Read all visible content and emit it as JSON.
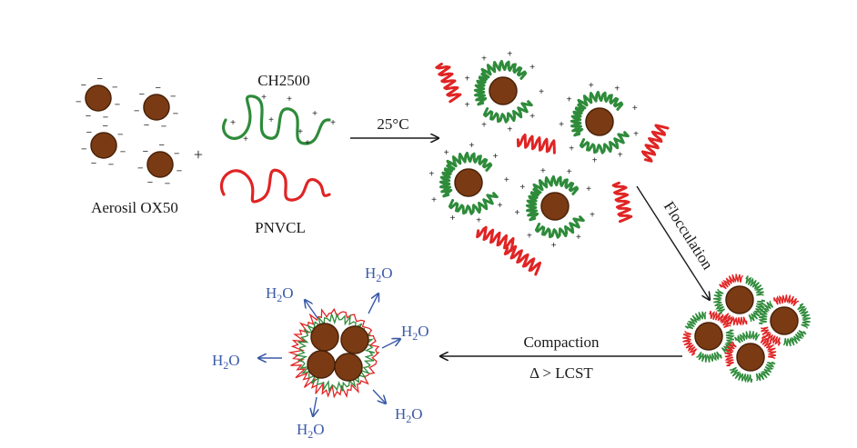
{
  "labels": {
    "silica": "Aerosil OX50",
    "polymer_cationic": "CH2500",
    "polymer_thermo": "PNVCL",
    "plus_sign": "+",
    "temperature": "25°C",
    "flocculation": "Flocculation",
    "compaction": "Compaction",
    "condition": "Δ > LCST",
    "water_main": "H",
    "water_sub": "2",
    "water_end": "O"
  },
  "charges": {
    "negative": "−",
    "positive": "+"
  },
  "colors": {
    "particle": "#7a3b14",
    "particle_edge": "#4a2208",
    "cationic_polymer": "#2e8b3a",
    "thermo_polymer": "#e02424",
    "water_text": "#3a5aa8",
    "arrow": "#1a1a1a"
  }
}
